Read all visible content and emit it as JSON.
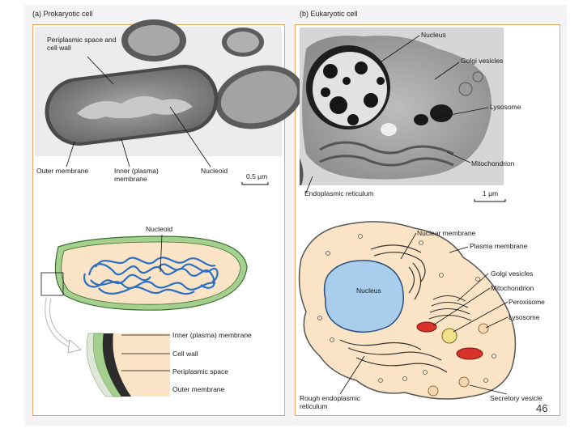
{
  "panel_a": {
    "heading": "(a)  Prokaryotic cell",
    "micro_labels": {
      "periplasmic": "Periplasmic space and cell wall",
      "outer_membrane": "Outer membrane",
      "inner_membrane": "Inner (plasma) membrane",
      "nucleoid": "Nucleoid",
      "scale": "0.5 μm"
    },
    "diagram_labels": {
      "nucleoid": "Nucleoid",
      "inner_membrane": "Inner (plasma) membrane",
      "cell_wall": "Cell wall",
      "periplasmic": "Periplasmic space",
      "outer_membrane": "Outer membrane"
    }
  },
  "panel_b": {
    "heading": "(b)  Eukaryotic cell",
    "micro_labels": {
      "nucleus": "Nucleus",
      "golgi": "Golgi vesicles",
      "lysosome": "Lysosome",
      "mitochondrion": "Mitochondrion",
      "er": "Endoplasmic reticulum",
      "scale": "1 μm"
    },
    "diagram_labels": {
      "nuclear_membrane": "Nuclear membrane",
      "plasma_membrane": "Plasma membrane",
      "golgi": "Golgi vesicles",
      "mitochondrion": "Mitochondrion",
      "peroxisome": "Peroxisome",
      "lysosome": "Lysosome",
      "nucleus": "Nucleus",
      "rough_er": "Rough endoplasmic reticulum",
      "secretory": "Secretory vesicle"
    }
  },
  "page_number": "46",
  "colors": {
    "frame": "#e8a860",
    "cytoplasm": "#fbe3c6",
    "cell_wall_green": "#8fbf7a",
    "dna_blue": "#2a6fc4",
    "nucleus_blue": "#a9cdec",
    "mitochondrion_red": "#d8332a",
    "peroxisome_yellow": "#f3e08a"
  }
}
